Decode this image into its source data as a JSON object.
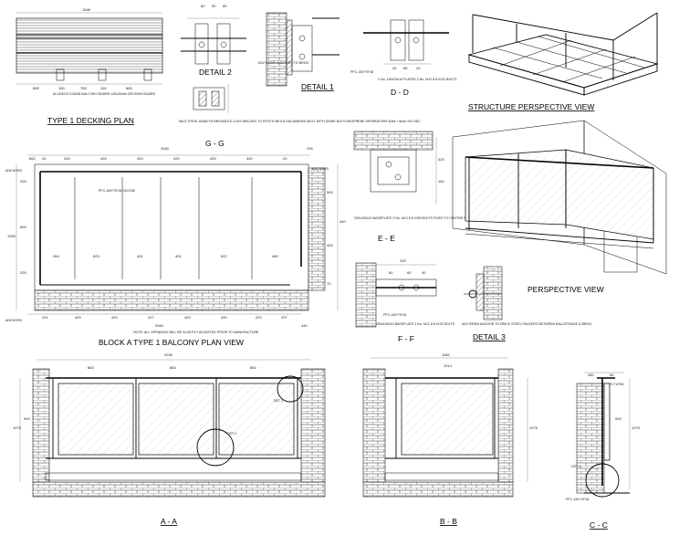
{
  "titles": {
    "type1_decking_plan": "TYPE 1 DECKING PLAN",
    "detail2": "DETAIL 2",
    "detail1": "DETAIL 1",
    "gg": "G - G",
    "dd": "D - D",
    "structure_perspective": "STRUCTURE PERSPECTIVE VIEW",
    "ee": "E - E",
    "perspective": "PERSPECTIVE VIEW",
    "ff": "F - F",
    "detail3": "DETAIL 3",
    "block_plan": "BLOCK A TYPE 1 BALCONY PLAN VIEW",
    "aa": "A - A",
    "bb": "B - B",
    "cc": "C - C"
  },
  "notes": {
    "decking_board": "ALUDECK DJ4206 BALCONY BOARD 130x20mm DECKING BOARD",
    "gg_note": "MILD STEEL 60x60 FH BRUNDLES LUGS WELDED TO POSTS M8 8.8 GALVANISED BOLT WITH DOME NUTS NEOPRENE SEPARATORS 40x6 + 6mm SS DISC",
    "dd_note": "2 No. 150x75x10 PLATES 2 No. M12 8.8 KOS BOLTS",
    "dd_pfc": "PFC-150*75*18",
    "ee_note": "200x150x10 BASEPLATE 2 No. M12 8.8 HSN BOLTS FIXED TO CENTRE PFC",
    "ff_note": "200x150x10 BASEPLATE 2 No. M12 8.8 KOS BOLTS",
    "ff_pfc": "PFC-150*75*18",
    "detail3_note": "M12 RESIN ANCHOR TO BRICK STEEL PACKERS BETWEEN BALUSTRADE & BRICK",
    "detail1_note": "M12 RESIN ANCHORS TO BRICK",
    "plan_note": "NOTE: ALL OPENINGS WILL BE SLIGHTLY ADJUSTED PRIOR TO MANUFACTURE",
    "anchors": "ANCHORS",
    "cc_pfc": "PFC-150*75*18",
    "cc_flat": "FLT12*60",
    "det1": "DET 1",
    "det2": "DET 2",
    "pfc_post": "PFC-150*75*18 ON END"
  },
  "dims": {
    "deck_bottom": [
      "665",
      "150",
      "765",
      "150",
      "665"
    ],
    "deck_top": "1548",
    "detail2_top": [
      "60",
      "50",
      "60"
    ],
    "dd_top": [
      "40",
      "65",
      "40"
    ],
    "ee_right": [
      "425",
      "160"
    ],
    "ff_top": "200",
    "ff_mid": [
      "60",
      "60",
      "40"
    ],
    "plan_overall_top": "3160",
    "plan_top_segments": [
      "862",
      "20",
      "420",
      "420",
      "420",
      "420",
      "420",
      "420",
      "20",
      "235"
    ],
    "plan_bottom_segments": [
      "201",
      "420",
      "420",
      "417",
      "420",
      "420",
      "220",
      "207"
    ],
    "plan_overall_bottom": "2940",
    "plan_overall_bottom_right": "440",
    "plan_bays": [
      "264",
      "523",
      "401",
      "401",
      "522",
      "460"
    ],
    "plan_left": [
      "1350",
      "200",
      "800",
      "200"
    ],
    "plan_right": [
      "440",
      "500",
      "400",
      "70"
    ],
    "aa_overall": "2935",
    "aa_bays": [
      "864",
      "864",
      "864"
    ],
    "aa_height": "1075",
    "aa_sub": "900",
    "bb_overall": "1165",
    "bb_sub": "1014",
    "bb_height": "1075",
    "cc_top": [
      "260",
      "60"
    ],
    "cc_height": "1075",
    "cc_sub": "900"
  }
}
